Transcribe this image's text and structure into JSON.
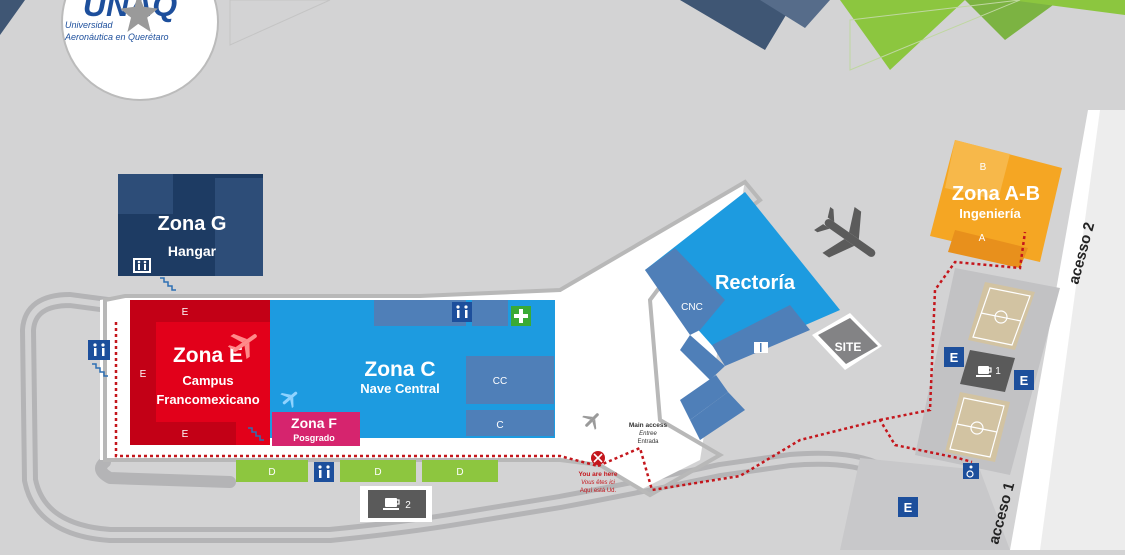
{
  "logo": {
    "acronym": "UNAQ",
    "line1": "Universidad",
    "line2": "Aeronáutica en Querétaro"
  },
  "zones": {
    "g": {
      "title": "Zona G",
      "subtitle": "Hangar"
    },
    "ab": {
      "title": "Zona A-B",
      "subtitle": "Ingeniería",
      "label_top": "B",
      "label_bottom": "A"
    },
    "e": {
      "title": "Zona E",
      "subtitle_1": "Campus",
      "subtitle_2": "Francomexicano",
      "label": "E"
    },
    "f": {
      "title": "Zona F",
      "subtitle": "Posgrado"
    },
    "c": {
      "title": "Zona C",
      "subtitle": "Nave Central",
      "room_cc": "CC",
      "room_c": "C"
    },
    "rectoria": {
      "title": "Rectoría",
      "room_cnc": "CNC"
    },
    "site": {
      "label": "SITE"
    },
    "d": {
      "label": "D"
    }
  },
  "accesses": {
    "acceso1": "acceso 1",
    "acceso2": "acesso 2"
  },
  "main_access": {
    "title": "Main access",
    "fr": "Entree",
    "es": "Entrada"
  },
  "you_are_here": {
    "en": "You are here",
    "fr": "Vous êtes ici",
    "es": "Aquí está Ud."
  },
  "cafeterias": {
    "cafe1": "1",
    "cafe2": "2"
  },
  "elevator_label": "E",
  "icons": [
    "restroom-icon",
    "first-aid-icon",
    "airplane-icon",
    "coffee-icon",
    "stairs-icon",
    "book-icon",
    "elevator-icon",
    "accessible-icon",
    "soccer-field-icon",
    "basketball-court-icon",
    "you-are-here-icon"
  ],
  "colors": {
    "zona_g": "#1d3b63",
    "zona_ab": "#f5a623",
    "zona_e": "#e2001a",
    "zona_f": "#d6246e",
    "zona_c": "#1d9be0",
    "rectoria": "#1d9be0",
    "rooms": "#4f7fb8",
    "d_blocks": "#8dc63f",
    "dark_gray": "#555555",
    "route": "#c4161c"
  }
}
